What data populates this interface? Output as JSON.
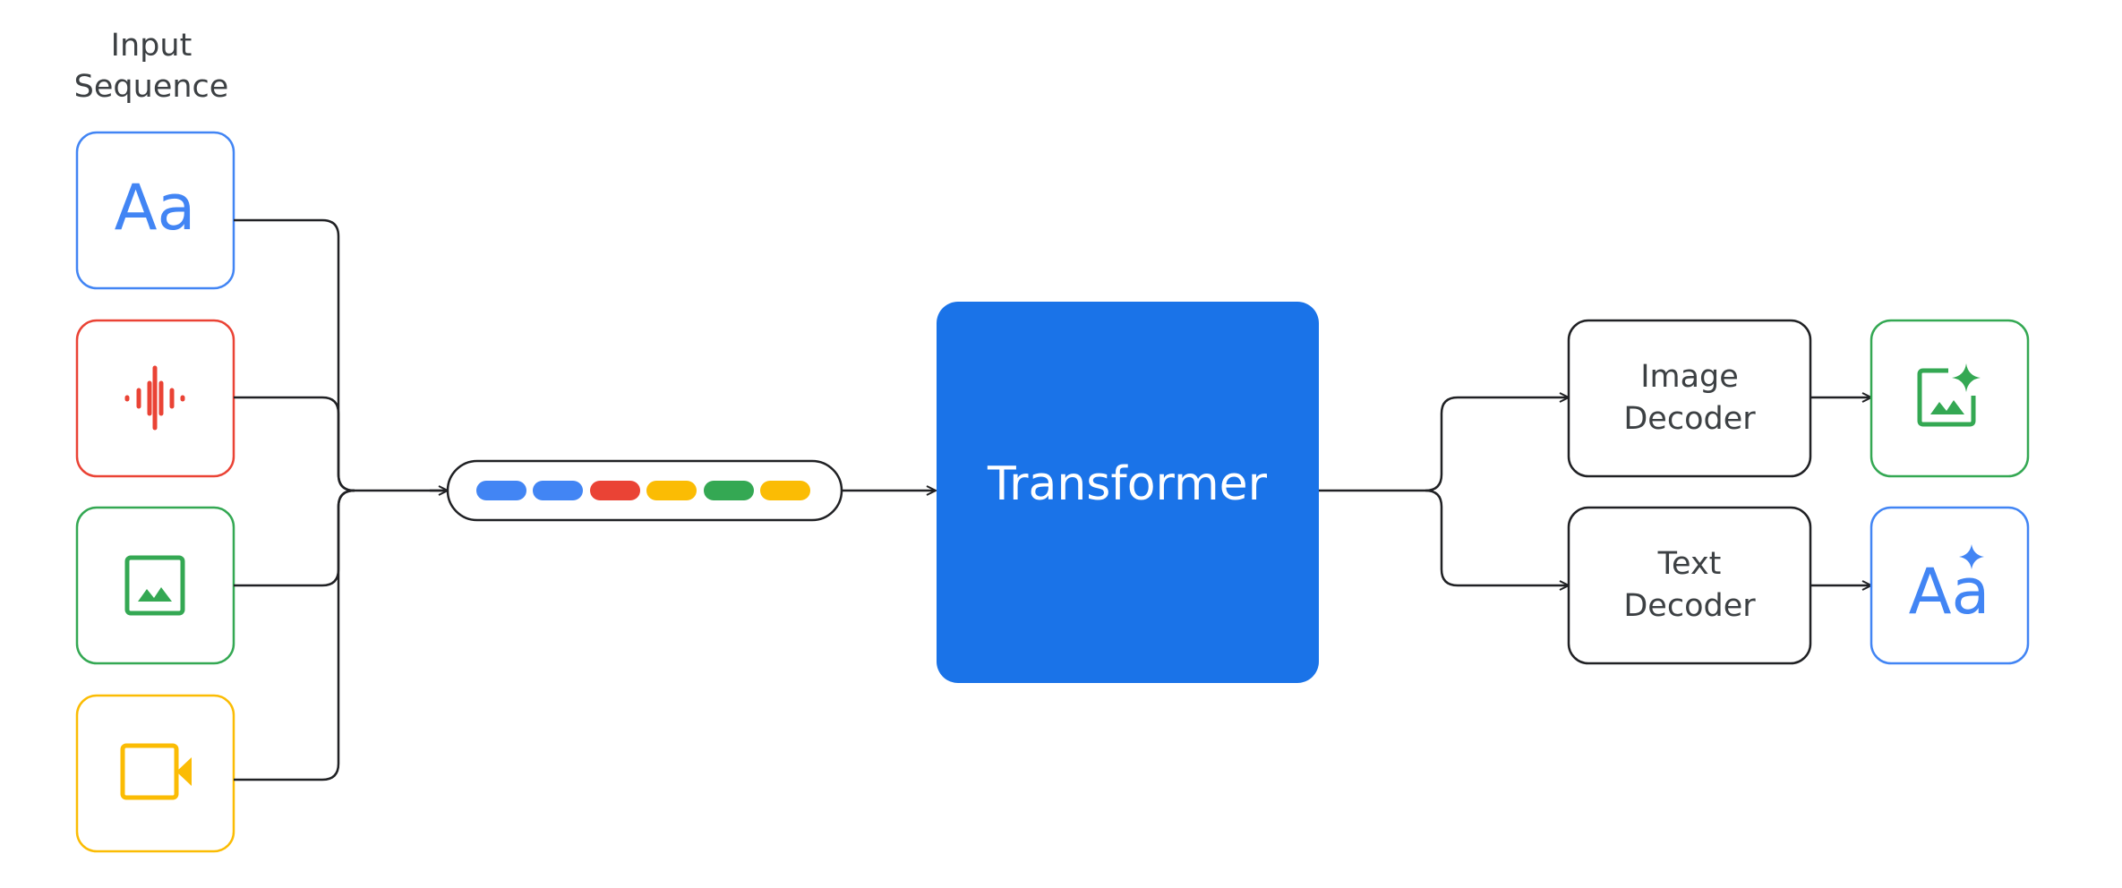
{
  "input_section": {
    "title_line1": "Input",
    "title_line2": "Sequence",
    "modalities": [
      {
        "name": "text",
        "icon": "text-aa-icon",
        "color": "#4285F4",
        "glyph": "Aa"
      },
      {
        "name": "audio",
        "icon": "audio-waveform-icon",
        "color": "#EA4335"
      },
      {
        "name": "image",
        "icon": "image-icon",
        "color": "#34A853"
      },
      {
        "name": "video",
        "icon": "video-camera-icon",
        "color": "#FBBC04"
      }
    ]
  },
  "token_sequence": {
    "token_colors": [
      "#4285F4",
      "#4285F4",
      "#EA4335",
      "#FBBC04",
      "#34A853",
      "#FBBC04"
    ]
  },
  "transformer": {
    "label": "Transformer",
    "color": "#1A73E8"
  },
  "decoders": [
    {
      "line1": "Image",
      "line2": "Decoder",
      "output_icon": "generated-image-icon",
      "output_color": "#34A853"
    },
    {
      "line1": "Text",
      "line2": "Decoder",
      "output_icon": "generated-text-icon",
      "output_color": "#4285F4",
      "glyph": "Aa"
    }
  ],
  "colors": {
    "connector": "#202124",
    "label_text": "#3c4043"
  }
}
